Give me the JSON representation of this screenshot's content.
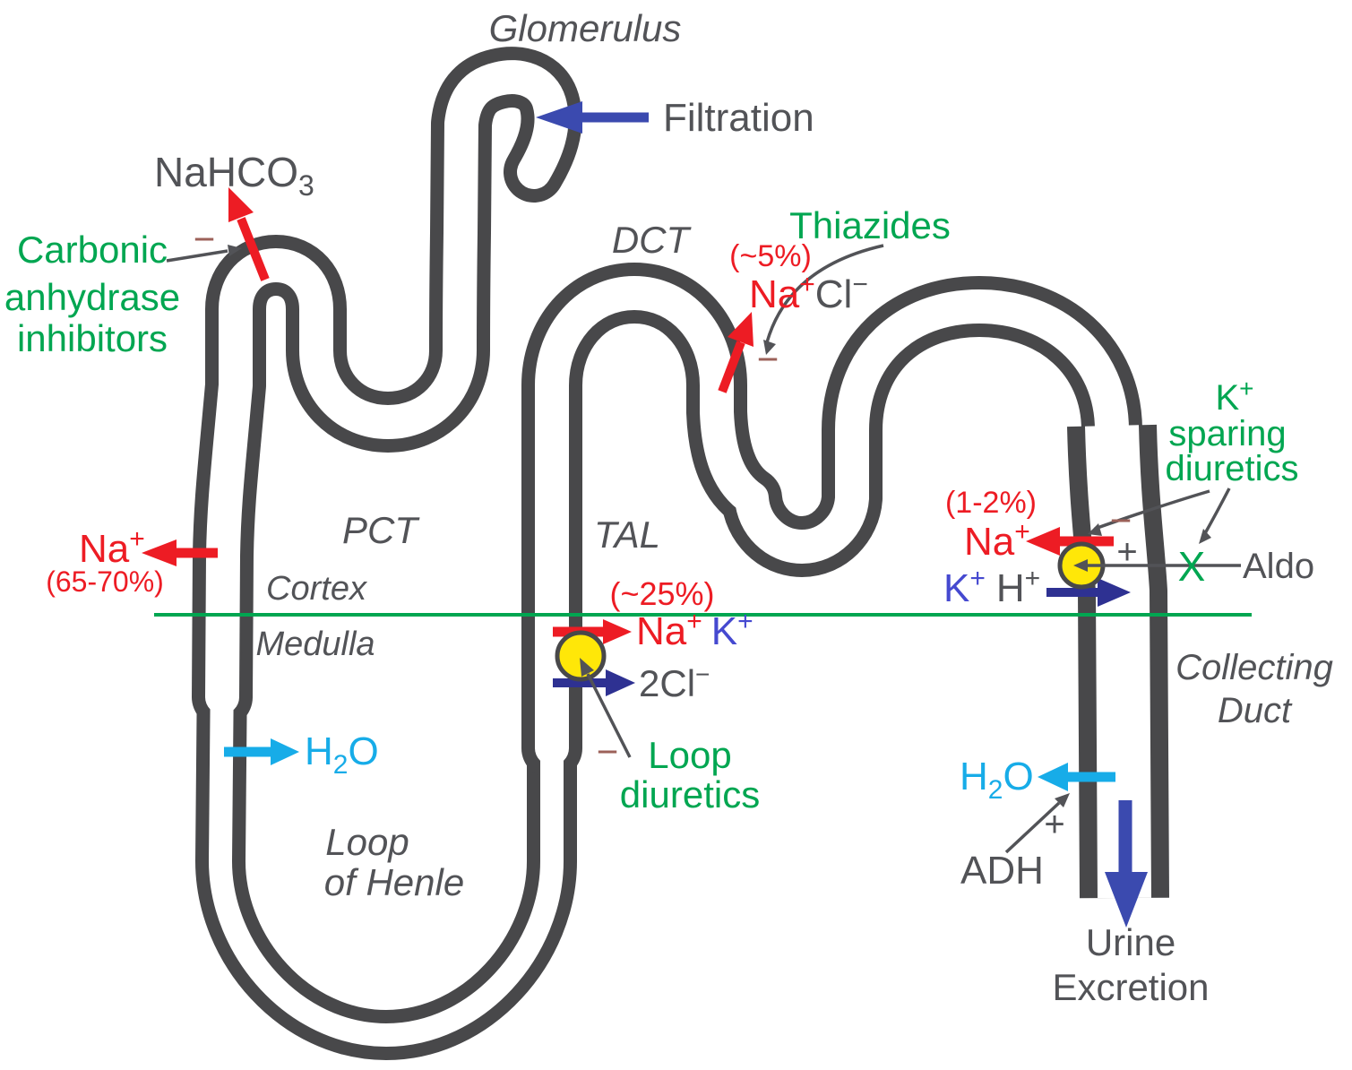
{
  "labels": {
    "glomerulus": "Glomerulus",
    "filtration": "Filtration",
    "dct": "DCT",
    "pct": "PCT",
    "tal": "TAL",
    "cortex": "Cortex",
    "medulla": "Medulla",
    "loop1": "Loop",
    "loop2": "of Henle",
    "collecting1": "Collecting",
    "collecting2": "Duct",
    "urine1": "Urine",
    "urine2": "Excretion",
    "adh": "ADH",
    "aldo": "Aldo",
    "x_blocked": "X"
  },
  "drugs": {
    "ca1": "Carbonic",
    "ca2": "anhydrase",
    "ca3": "inhibitors",
    "thiazides": "Thiazides",
    "loop1": "Loop",
    "loop2": "diuretics",
    "ks1": "K",
    "ks2": "sparing",
    "ks3": "diuretics"
  },
  "chem": {
    "na": "Na",
    "k": "K",
    "h": "H",
    "cl": "Cl",
    "cl2": "2Cl",
    "nahco3": "NaHCO",
    "three": "3",
    "h2o_h": "H",
    "two": "2",
    "o": "O"
  },
  "percentages": {
    "pct": "(65-70%)",
    "tal": "(~25%)",
    "dct": "(~5%)",
    "cd": "(1-2%)"
  },
  "signs": {
    "plus": "+",
    "minus": "−"
  },
  "colors": {
    "tubule_gray": "#48484a",
    "label_gray": "#525357",
    "red": "#ed1c24",
    "drug_green": "#00a651",
    "boundary_green": "#00a651",
    "water_cyan": "#17ace8",
    "filtration_indigo": "#3b4aaf",
    "secretion_navy": "#2e3192",
    "ion_blue": "#4549d0",
    "transporter_yellow": "#ffe708",
    "inhibition_minus": "#9c6159"
  }
}
